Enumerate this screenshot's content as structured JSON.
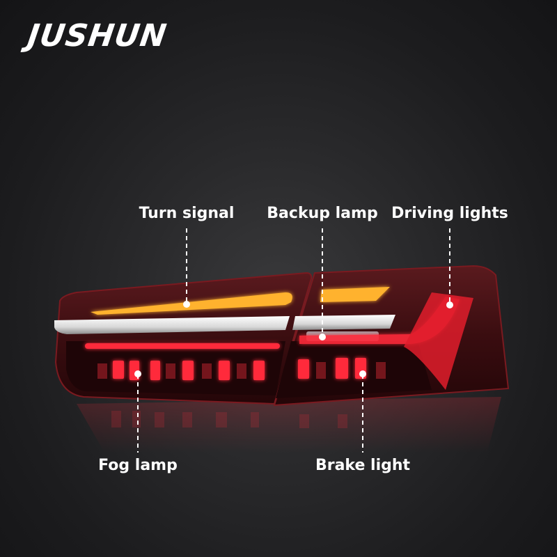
{
  "brand": {
    "name": "JUSHUN"
  },
  "callouts": {
    "turn_signal": "Turn signal",
    "backup_lamp": "Backup lamp",
    "driving_lights": "Driving lights",
    "fog_lamp": "Fog lamp",
    "brake_light": "Brake light"
  },
  "colors": {
    "background": "#1b1b1d",
    "lamp_body": "#3a0d10",
    "red_light": "#ff2a3a",
    "amber_light": "#ffb22e",
    "chrome_strip": "#e6e6e6",
    "label_text": "#ffffff"
  }
}
